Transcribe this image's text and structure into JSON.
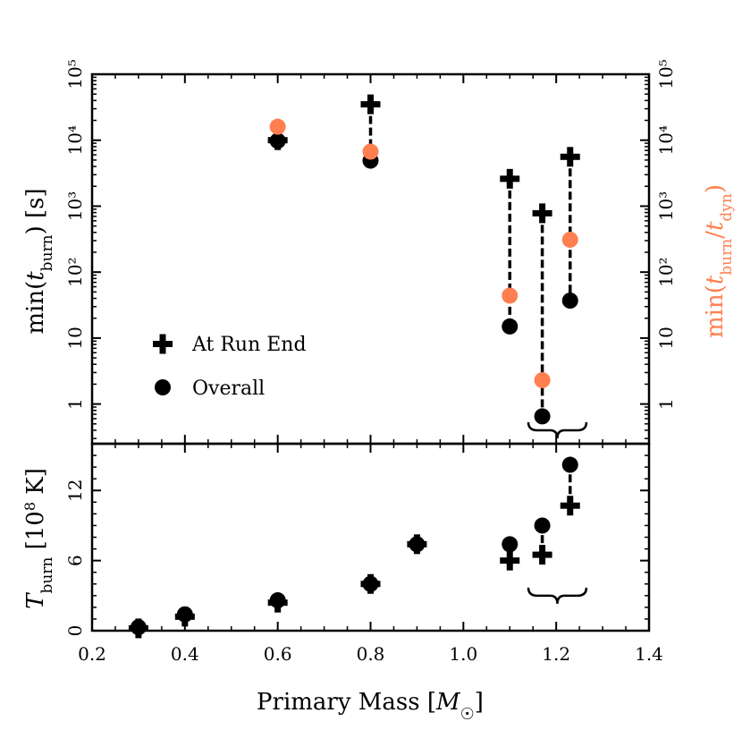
{
  "colors": {
    "black": "#000000",
    "orange": "#FF7F50"
  },
  "chart_data": [
    {
      "type": "scatter",
      "panel": "top",
      "y_scale": "log",
      "ylim": [
        0.25,
        100000
      ],
      "xlim": [
        0.2,
        1.4
      ],
      "ylabel": "min(t_burn) [s]",
      "ylabel_right": "min(t_burn/t_dyn)",
      "y_ticks": [
        1,
        10,
        100,
        1000,
        10000,
        100000
      ],
      "y_tick_labels": [
        "1",
        "10",
        "10²",
        "10³",
        "10⁴",
        "10⁵"
      ],
      "legend_position": "lower-left",
      "legend_entries": [
        "At Run End",
        "Overall"
      ],
      "series": [
        {
          "name": "At Run End",
          "marker": "plus",
          "axis": "left",
          "x": [
            0.6,
            0.8,
            1.1,
            1.17,
            1.23
          ],
          "y": [
            10000,
            35000,
            2600,
            780,
            5600
          ]
        },
        {
          "name": "Overall",
          "marker": "circle",
          "axis": "left",
          "x": [
            0.6,
            0.8,
            1.1,
            1.17,
            1.23
          ],
          "y": [
            9800,
            4900,
            15,
            0.65,
            37
          ]
        },
        {
          "marker": "circle",
          "color": "orange",
          "axis": "right",
          "x": [
            0.6,
            0.8,
            1.1,
            1.17,
            1.23
          ],
          "y": [
            16000,
            6700,
            44,
            2.3,
            310
          ]
        }
      ],
      "connectors": [
        {
          "x": 0.8,
          "from": 35000,
          "to": 4900
        },
        {
          "x": 1.1,
          "from": 2600,
          "to": 15
        },
        {
          "x": 1.17,
          "from": 780,
          "to": 0.65
        },
        {
          "x": 1.23,
          "from": 5600,
          "to": 37
        }
      ],
      "brace": {
        "x_from": 1.14,
        "x_to": 1.265,
        "y": 0.4
      }
    },
    {
      "type": "scatter",
      "panel": "bottom",
      "xlabel": "Primary Mass [M☉]",
      "ylabel": "T_burn [10⁸ K]",
      "xlim": [
        0.2,
        1.4
      ],
      "ylim": [
        0,
        16
      ],
      "x_ticks": [
        0.2,
        0.4,
        0.6,
        0.8,
        1.0,
        1.2,
        1.4
      ],
      "x_tick_labels": [
        "0.2",
        "0.4",
        "0.6",
        "0.8",
        "1.0",
        "1.2",
        "1.4"
      ],
      "y_ticks": [
        0,
        6,
        12
      ],
      "y_tick_labels": [
        "0",
        "6",
        "12"
      ],
      "series": [
        {
          "name": "At Run End",
          "marker": "plus",
          "x": [
            0.3,
            0.4,
            0.6,
            0.8,
            0.9,
            1.1,
            1.17,
            1.23
          ],
          "y": [
            0.2,
            1.2,
            2.4,
            4.0,
            7.4,
            6.0,
            6.5,
            10.7
          ]
        },
        {
          "name": "Overall",
          "marker": "circle",
          "x": [
            0.3,
            0.4,
            0.6,
            0.8,
            0.9,
            1.1,
            1.17,
            1.23
          ],
          "y": [
            0.3,
            1.4,
            2.6,
            4.0,
            7.4,
            7.4,
            9.0,
            14.2
          ]
        }
      ],
      "connectors": [
        {
          "x": 1.17,
          "from": 6.5,
          "to": 9.0
        },
        {
          "x": 1.23,
          "from": 10.7,
          "to": 14.2
        }
      ],
      "brace": {
        "x_from": 1.14,
        "x_to": 1.265,
        "y": 3.0
      }
    }
  ]
}
